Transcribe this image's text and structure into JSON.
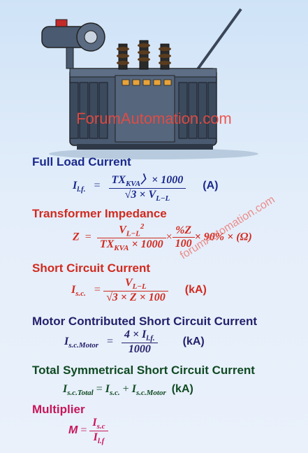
{
  "watermark": "ForumAutomation.com",
  "watermark_diag": "forumAutomation.com",
  "sections": {
    "full_load": {
      "title": "Full Load Current",
      "lhs": "I",
      "lhs_sub": "l.f.",
      "eq": "=",
      "num_a": "TX",
      "num_sub": "KVA",
      "num_b": "〉× 1000",
      "den_a": "√3 × V",
      "den_sub": "L−L",
      "unit": "(A)"
    },
    "impedance": {
      "title": "Transformer Impedance",
      "lhs": "Z",
      "eq": "=",
      "num_a": "V",
      "num_sub": "L−L",
      "num_sup": "2",
      "den_a": "TX",
      "den_sub": "KVA",
      "den_b": "× 1000",
      "times1": "×",
      "num2": "%Z",
      "den2": "100",
      "tail": "× 90% × (Ω)"
    },
    "short_circuit": {
      "title": "Short Circuit Current",
      "lhs": "I",
      "lhs_sub": "s.c.",
      "eq": "=",
      "num_a": "V",
      "num_sub": "L−L",
      "den": "√3 × Z × 100",
      "unit": "(kA)"
    },
    "motor": {
      "title": "Motor Contributed Short Circuit Current",
      "lhs": "I",
      "lhs_sub": "s.c.Motor",
      "eq": "=",
      "num_a": "4 × I",
      "num_sub": "l.f.",
      "den": "1000",
      "unit": "(kA)"
    },
    "symmetrical": {
      "title": "Total Symmetrical Short Circuit Current",
      "lhs": "I",
      "lhs_sub": "s.c.Total",
      "eq": "=",
      "t1": "I",
      "t1_sub": "s.c.",
      "plus": "+",
      "t2": "I",
      "t2_sub": "s.c.Motor",
      "unit": "(kA)"
    },
    "multiplier": {
      "title": "Multiplier",
      "lhs": "M",
      "eq": "=",
      "num_a": "I",
      "num_sub": "s.c",
      "den_a": "I",
      "den_sub": "l.f"
    }
  },
  "colors": {
    "blue": "#1b2a8c",
    "red": "#d22a1f",
    "navy": "#25206b",
    "green": "#0f4a22",
    "pink": "#c8155a"
  }
}
